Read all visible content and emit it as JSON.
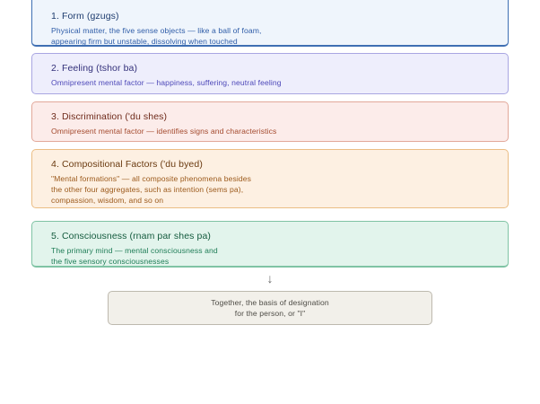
{
  "aggregates": [
    {
      "title": "1. Form (gzugs)",
      "body": "Physical matter, the five sense objects — like a ball of foam,\nappearing firm but unstable, dissolving when touched"
    },
    {
      "title": "2. Feeling (tshor ba)",
      "body": "Omnipresent mental factor — happiness, suffering, neutral feeling"
    },
    {
      "title": "3. Discrimination ('du shes)",
      "body": "Omnipresent mental factor — identifies signs and characteristics"
    },
    {
      "title": "4. Compositional Factors ('du byed)",
      "body": "\"Mental formations\" — all composite phenomena besides\nthe other four aggregates, such as intention (sems pa),\ncompassion, wisdom, and so on"
    },
    {
      "title": "5. Consciousness (rnam par shes pa)",
      "body": "The primary mind — mental consciousness and\nthe five sensory consciousnesses"
    }
  ],
  "arrow": "↓",
  "summary": {
    "line1": "Together, the basis of designation",
    "line2": "for the person, or \"I\""
  },
  "colors": {
    "form": "#3f6fb3",
    "feeling": "#a9a6e2",
    "discrimination": "#e2a89a",
    "compositional_factors": "#ebbd84",
    "consciousness": "#7fc3a4",
    "summary": "#bdb9ae"
  }
}
